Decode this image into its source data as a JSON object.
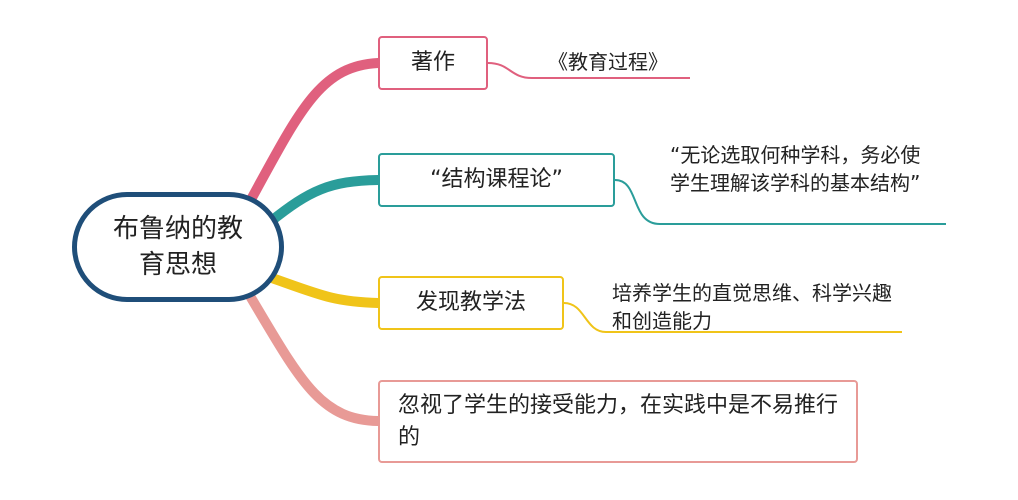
{
  "diagram": {
    "root": {
      "label": "布鲁纳的教育思想"
    },
    "branches": [
      {
        "label": "著作",
        "color": "#e0607e",
        "detail": "《教育过程》"
      },
      {
        "label": "“结构课程论”",
        "color": "#2a9d9a",
        "detail": "“无论选取何种学科，务必使学生理解该学科的基本结构”"
      },
      {
        "label": "发现教学法",
        "color": "#f0c419",
        "detail": "培养学生的直觉思维、科学兴趣和创造能力"
      },
      {
        "label": "忽视了学生的接受能力，在实践中是不易推行的",
        "color": "#e89a96"
      }
    ],
    "root_border_color": "#1f4e79"
  }
}
